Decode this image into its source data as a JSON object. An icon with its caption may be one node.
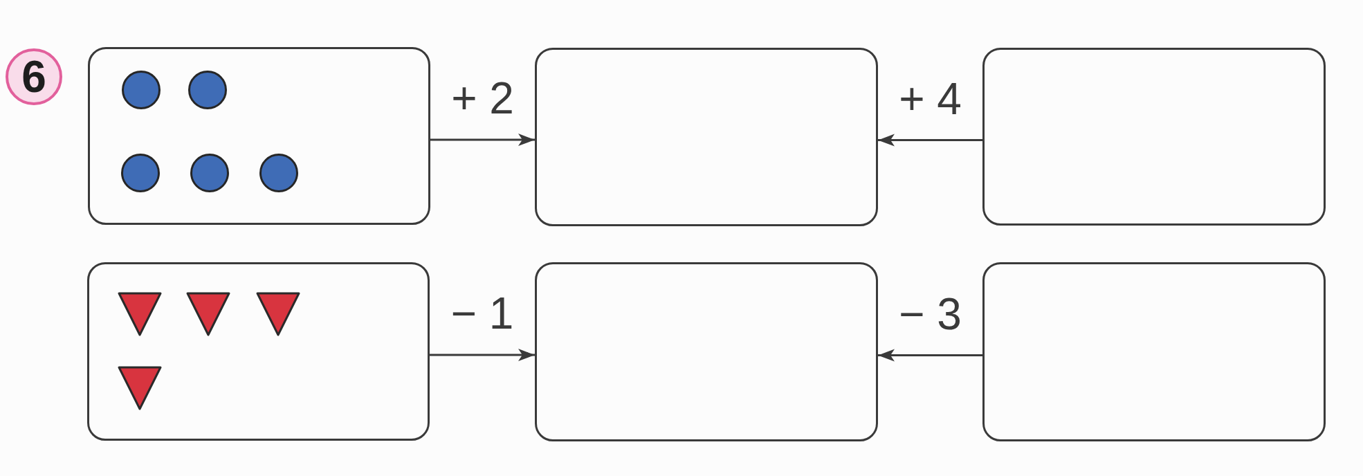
{
  "diagram": {
    "nodes": [
      {
        "text": [
          "6"
        ]
      },
      {
        "text": [],
        "shape": "box"
      },
      {
        "text": [],
        "shape": "circle",
        "in": 1
      },
      {
        "text": [],
        "shape": "circle",
        "in": 1
      },
      {
        "text": [],
        "shape": "circle",
        "in": 1
      },
      {
        "text": [],
        "shape": "circle",
        "in": 1
      },
      {
        "text": [],
        "shape": "circle",
        "in": 1
      },
      {
        "text": [],
        "shape": "box"
      },
      {
        "text": [],
        "shape": "box"
      },
      {
        "text": [],
        "shape": "box"
      },
      {
        "text": [],
        "shape": "triangle",
        "in": 9
      },
      {
        "text": [],
        "shape": "triangle",
        "in": 9
      },
      {
        "text": [],
        "shape": "triangle",
        "in": 9
      },
      {
        "text": [],
        "shape": "triangle",
        "in": 9
      },
      {
        "text": [],
        "shape": "box"
      },
      {
        "text": [],
        "shape": "box"
      }
    ],
    "edges": [
      {
        "from": 1,
        "to": 7,
        "arrow": "to",
        "label": "+ 2"
      },
      {
        "from": 8,
        "to": 7,
        "arrow": "to",
        "label": "+ 4"
      },
      {
        "from": 9,
        "to": 14,
        "arrow": "to",
        "label": "− 1"
      },
      {
        "from": 15,
        "to": 14,
        "arrow": "to",
        "label": "− 3"
      }
    ]
  }
}
